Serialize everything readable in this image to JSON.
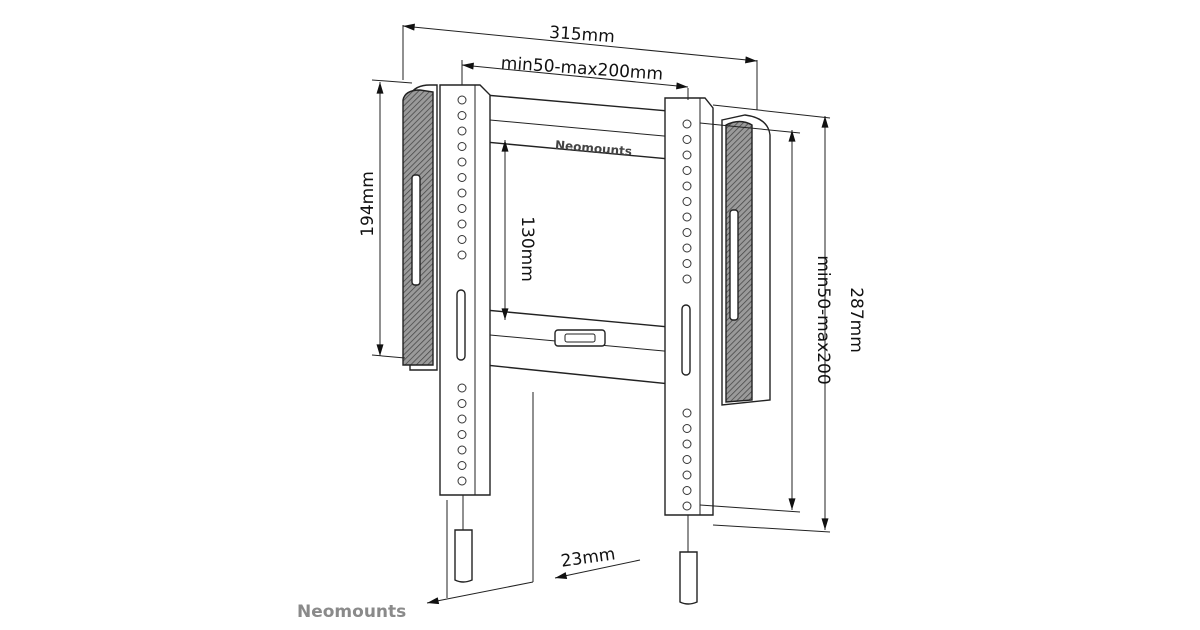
{
  "diagram": {
    "title": "Neomounts wall mount dimensions",
    "brand_logo": "Neomounts",
    "bracket_logo": "Neomounts",
    "dimensions": {
      "overall_width": "315mm",
      "vesa_horizontal": "min50-max200mm",
      "pad_height": "194mm",
      "crossbar_spacing": "130mm",
      "vesa_vertical": "min50-max200",
      "overall_height": "287mm",
      "wall_distance": "23mm"
    }
  }
}
